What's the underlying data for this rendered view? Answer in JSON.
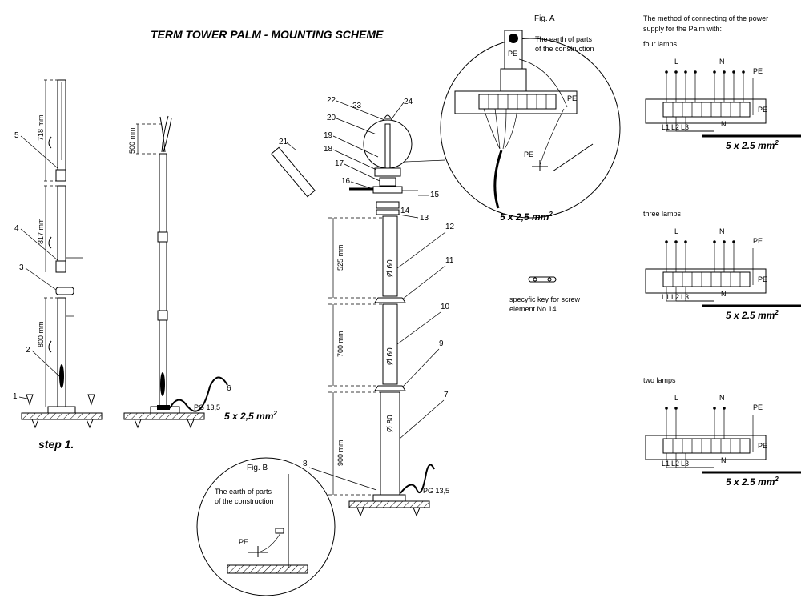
{
  "title": "TERM TOWER PALM - MOUNTING SCHEME",
  "step1": {
    "caption": "step 1.",
    "dims": [
      "718 mm",
      "817 mm",
      "800 mm"
    ],
    "callouts": [
      "5",
      "4",
      "3",
      "2",
      "1"
    ]
  },
  "step2": {
    "dim": "500 mm",
    "gland": "PG 13,5",
    "cable_no": "6",
    "cable_spec": "5 x 2,5 mm",
    "cable_sup": "2"
  },
  "tower": {
    "dims": [
      "525 mm",
      "700 mm",
      "900 mm"
    ],
    "diameters": [
      "Ø 60",
      "Ø 60",
      "Ø 80"
    ],
    "callouts": [
      "22",
      "23",
      "24",
      "20",
      "21",
      "19",
      "18",
      "17",
      "16",
      "15",
      "14",
      "13",
      "12",
      "11",
      "10",
      "9",
      "7",
      "8"
    ],
    "gland": "PG 13,5"
  },
  "figA": {
    "label": "Fig. A",
    "note_line1": "The earth of parts",
    "note_line2": "of the construction",
    "pe_labels": [
      "PE",
      "PE",
      "PE"
    ],
    "cable_spec": "5 x 2,5 mm",
    "cable_sup": "2"
  },
  "figB": {
    "label": "Fig. B",
    "note_line1": "The earth of  parts",
    "note_line2": "of the construction",
    "pe": "PE"
  },
  "key_note": {
    "line1": "specyfic key for screw",
    "line2": "element No 14"
  },
  "wiring": {
    "header_line1": "The method of connecting of the power",
    "header_line2": "supply for the Palm with:",
    "diagrams": [
      {
        "caption": "four  lamps",
        "L": "L",
        "N": "N",
        "PE": "PE",
        "PE2": "PE",
        "phases": [
          "L1",
          "L2",
          "L3"
        ],
        "n_low": "N",
        "cable": "5 x 2.5 mm",
        "sup": "2"
      },
      {
        "caption": "three lamps",
        "L": "L",
        "N": "N",
        "PE": "PE",
        "PE2": "PE",
        "phases": [
          "L1",
          "L2",
          "L3"
        ],
        "n_low": "N",
        "cable": "5 x 2.5 mm",
        "sup": "2"
      },
      {
        "caption": "two lamps",
        "L": "L",
        "N": "N",
        "PE": "PE",
        "PE2": "PE",
        "phases": [
          "L1",
          "L2",
          "L3"
        ],
        "n_low": "N",
        "cable": "5 x 2.5 mm",
        "sup": "2"
      }
    ]
  }
}
